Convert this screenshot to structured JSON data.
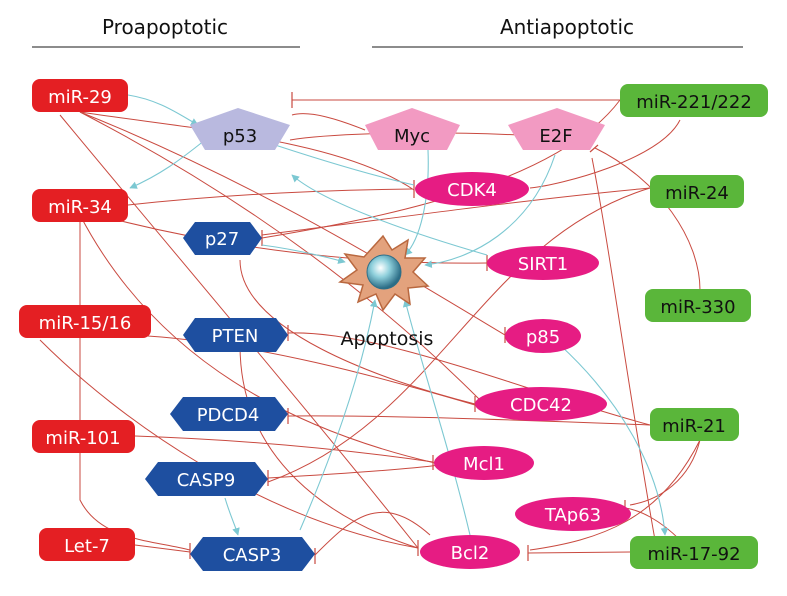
{
  "headers": {
    "left": "Proapoptotic",
    "right": "Antiapoptotic"
  },
  "center": {
    "label": "Apoptosis"
  },
  "colors": {
    "pro_mirna": "#e41f23",
    "anti_mirna": "#5ab63a",
    "blue_protein": "#1e4fa0",
    "magenta_protein": "#e61c83",
    "p53": "#b9b9df",
    "pink_protein": "#f29ac2",
    "inhibit_edge": "#c94a40",
    "activate_edge": "#7cc8d2"
  },
  "nodes": {
    "mir29": "miR-29",
    "mir34": "miR-34",
    "mir1516": "miR-15/16",
    "mir101": "miR-101",
    "let7": "Let-7",
    "mir221": "miR-221/222",
    "mir24": "miR-24",
    "mir330": "miR-330",
    "mir21": "miR-21",
    "mir1792": "miR-17-92",
    "p53": "p53",
    "myc": "Myc",
    "e2f": "E2F",
    "p27": "p27",
    "pten": "PTEN",
    "pdcd4": "PDCD4",
    "casp9": "CASP9",
    "casp3": "CASP3",
    "cdk4": "CDK4",
    "sirt1": "SIRT1",
    "p85": "p85",
    "cdc42": "CDC42",
    "mcl1": "Mcl1",
    "tap63": "TAp63",
    "bcl2": "Bcl2"
  }
}
